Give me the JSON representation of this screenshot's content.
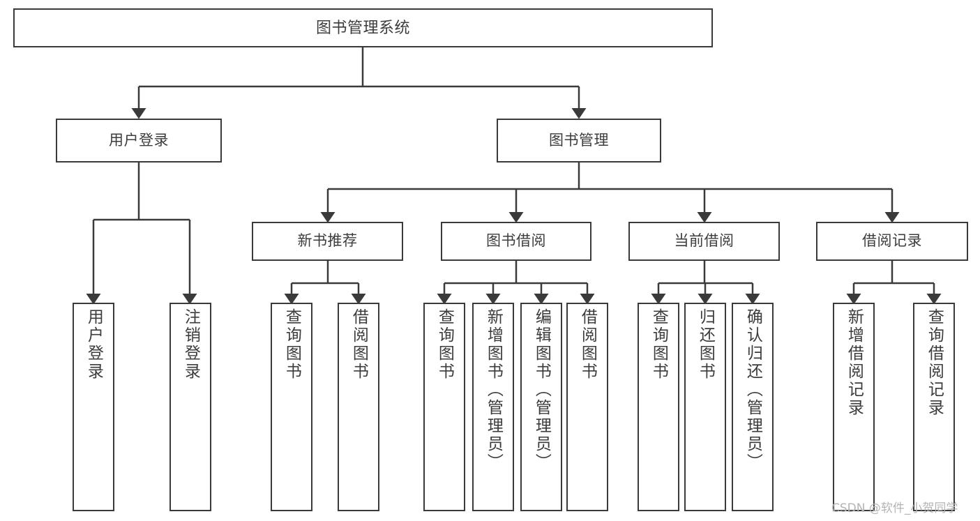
{
  "diagram": {
    "title": "图书管理系统",
    "type": "tree-hierarchy-chart",
    "watermark": "CSDN @软件_小贺同学",
    "colors": {
      "stroke": "#3a3a3a",
      "text": "#3c3c3c",
      "background": "#ffffff",
      "watermark": "#b4b4b4"
    },
    "nodes": {
      "root": {
        "label": "图书管理系统"
      },
      "level1": [
        {
          "label": "用户登录"
        },
        {
          "label": "图书管理"
        }
      ],
      "level2": [
        {
          "label": "新书推荐"
        },
        {
          "label": "图书借阅"
        },
        {
          "label": "当前借阅"
        },
        {
          "label": "借阅记录"
        }
      ],
      "leaves_user_login": [
        {
          "label": "用户登录"
        },
        {
          "label": "注销登录"
        }
      ],
      "leaves_new_book": [
        {
          "label": "查询图书"
        },
        {
          "label": "借阅图书"
        }
      ],
      "leaves_borrow": [
        {
          "label": "查询图书"
        },
        {
          "label": "新增图书（管理员）"
        },
        {
          "label": "编辑图书（管理员）"
        },
        {
          "label": "借阅图书"
        }
      ],
      "leaves_current": [
        {
          "label": "查询图书"
        },
        {
          "label": "归还图书"
        },
        {
          "label": "确认归还（管理员）"
        }
      ],
      "leaves_record": [
        {
          "label": "新增借阅记录"
        },
        {
          "label": "查询借阅记录"
        }
      ]
    }
  }
}
